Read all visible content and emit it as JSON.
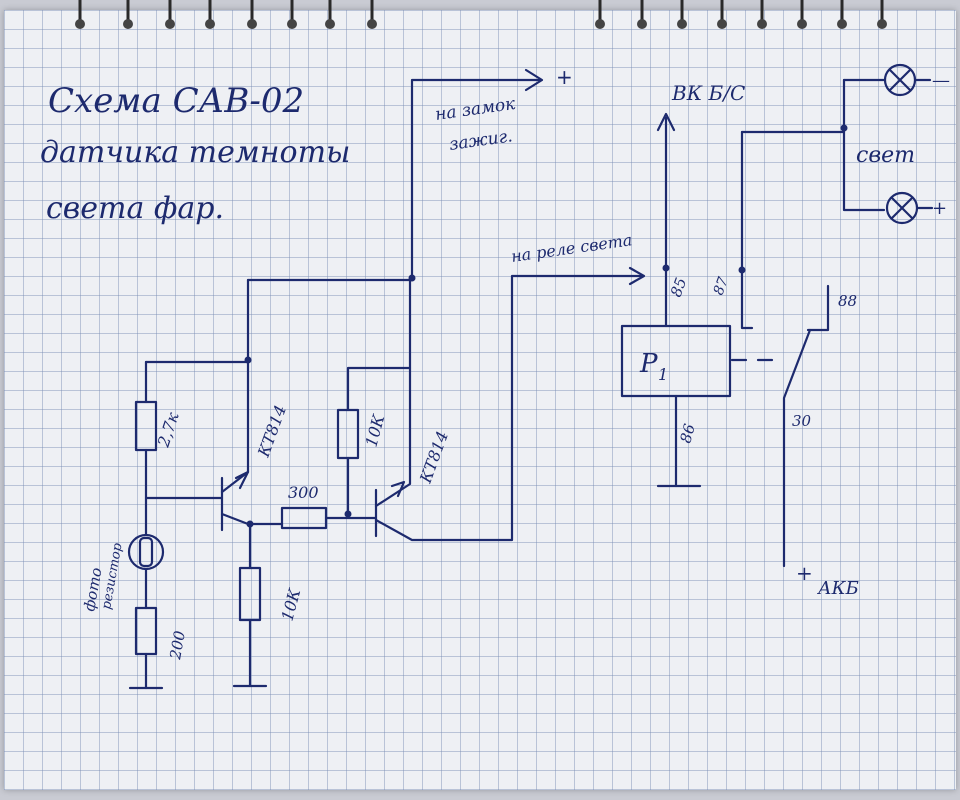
{
  "title": {
    "line1": "Схема САВ-02",
    "line2": "датчика темноты",
    "line3": "света фар."
  },
  "labels": {
    "to_ignition_lock_1": "на замок",
    "to_ignition_lock_2": "зажиг.",
    "plus_top": "+",
    "to_light_relay": "на реле света",
    "vk_bs": "ВК Б/С",
    "light": "свет",
    "relay_name": "P",
    "relay_sub": "1",
    "pin85": "85",
    "pin86": "86",
    "pin87": "87",
    "pin88": "88",
    "pin30": "30",
    "akb": "АКБ",
    "akb_plus": "+",
    "lamp1_minus": "—",
    "lamp2_plus": "+",
    "transistor1": "КТ814",
    "transistor2": "КТ814",
    "r_2_7k": "2,7к",
    "r_10k_mid": "10К",
    "r_300": "300",
    "r_10k_bottom": "10К",
    "r_200": "200",
    "photoresistor_1": "фото",
    "photoresistor_2": "резистор"
  },
  "colors": {
    "ink": "#1d2a6e",
    "paper": "#eef0f4",
    "grid": "#7f8fb8"
  },
  "icons": [
    "lamp-icon",
    "lamp-icon",
    "photoresistor-icon",
    "ground-icon",
    "arrow-icon"
  ]
}
